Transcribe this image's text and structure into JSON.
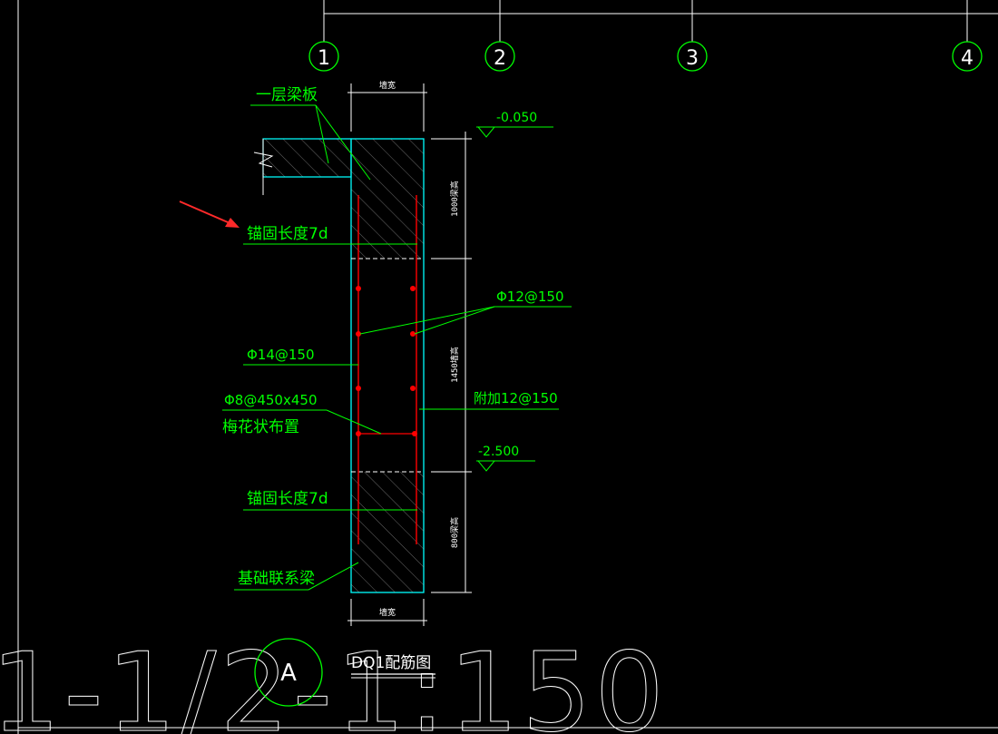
{
  "drawing": {
    "axes": [
      "1",
      "2",
      "3",
      "4"
    ],
    "labels": {
      "slab": "一层梁板",
      "anchor_top": "锚固长度7d",
      "anchor_bottom": "锚固长度7d",
      "bar_12": "Φ12@150",
      "bar_14": "Φ14@150",
      "tie": "Φ8@450x450",
      "tie_note": "梅花状布置",
      "additional": "附加12@150",
      "base_beam": "基础联系梁"
    },
    "elevations": {
      "top": "-0.050",
      "bottom": "-2.500"
    },
    "dims": {
      "top_width": "墙宽",
      "bottom_width": "墙宽",
      "seg_top": "1000梁高",
      "seg_mid": "1450墙高",
      "seg_bot": "800梁高"
    },
    "title": "DQ1配筋图",
    "section_mark": "A",
    "background_text": "1-1/2-1:150"
  },
  "colors": {
    "background": "#000000",
    "line_cyan": "#00ffff",
    "text_green": "#00ff00",
    "rebar_red": "#ff0000",
    "arrow_red": "#ff2a2a",
    "white": "#ffffff"
  }
}
